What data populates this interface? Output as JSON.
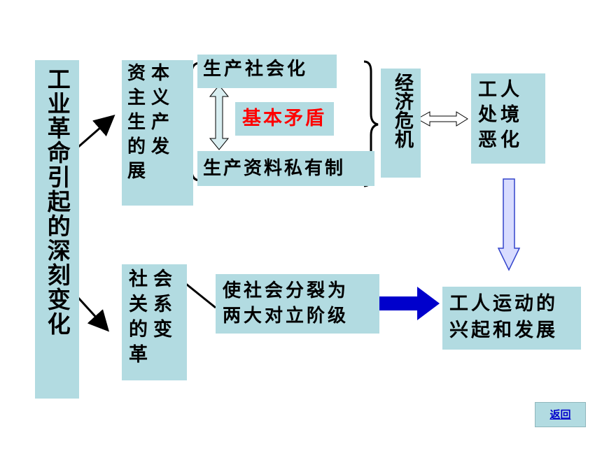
{
  "diagram": {
    "root": "工业革命引起的深刻变化",
    "capitalism": [
      "资本",
      "主义",
      "生产",
      "的发",
      "展"
    ],
    "socialization": "生产社会化",
    "private_ownership": "生产资料私有制",
    "basic_contradiction": "基本矛盾",
    "economic_crisis": "经济危机",
    "workers_condition": [
      "工人",
      "处境",
      "恶化"
    ],
    "social_relations": [
      "社会",
      "关系",
      "的变",
      "革"
    ],
    "society_split": [
      "使社会分裂为",
      "两大对立阶级"
    ],
    "workers_movement": [
      "工人运动的",
      "兴起和发展"
    ]
  },
  "nav": {
    "return_label": "返回"
  },
  "colors": {
    "box": "#b2dbe1",
    "contradiction": "#ff0000",
    "arrow_blue": "#0000cc"
  }
}
